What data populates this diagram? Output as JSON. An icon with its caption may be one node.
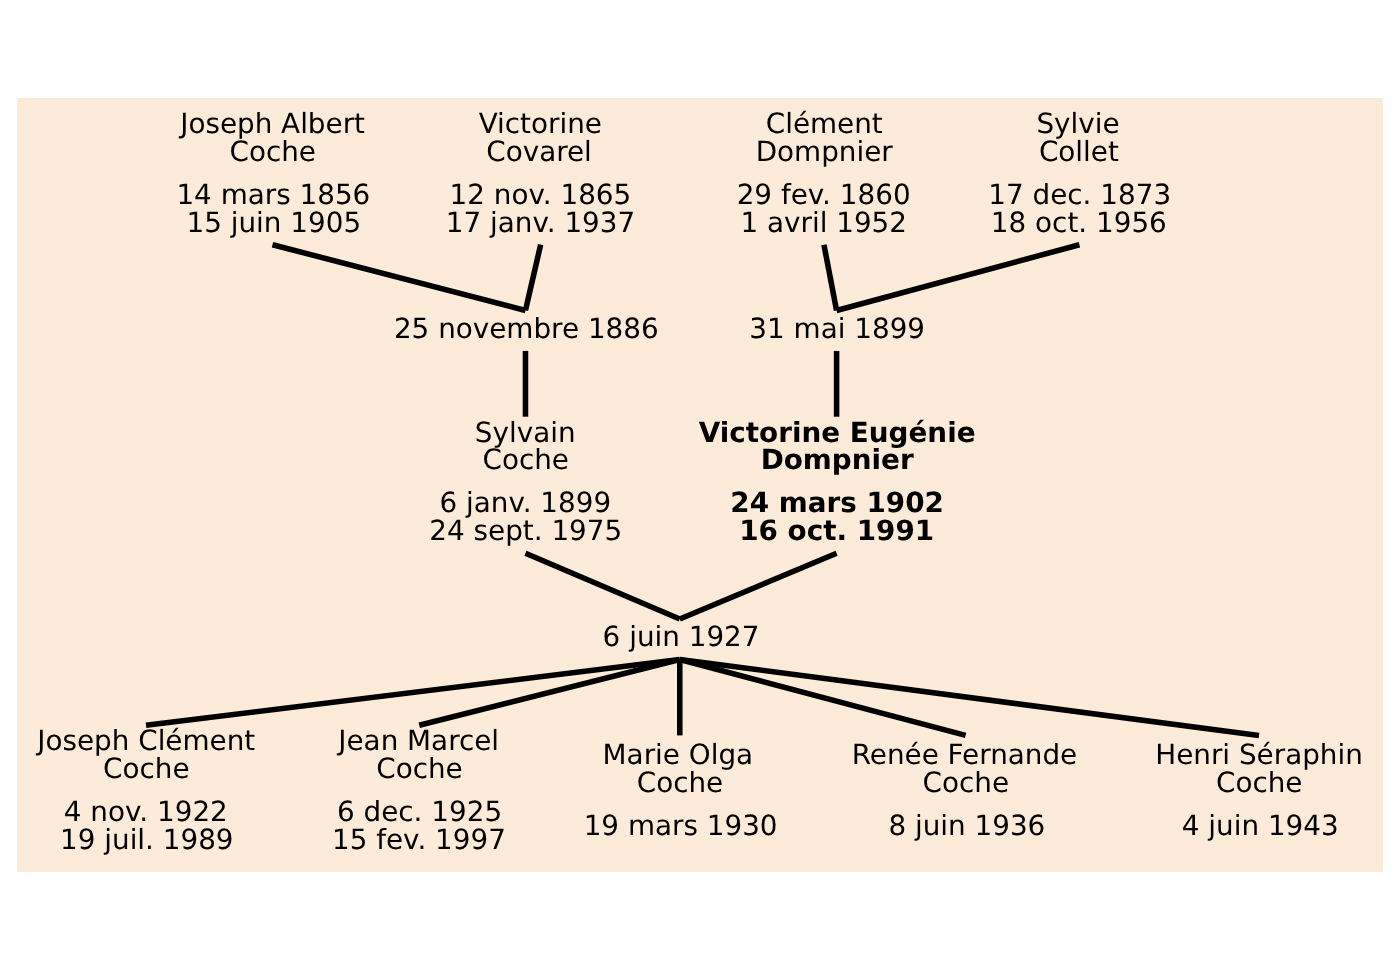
{
  "diagram": {
    "nodes": [
      {
        "text": [
          "Joseph Albert Coche",
          "14 mars 1856",
          "15 juin 1905"
        ]
      },
      {
        "text": [
          "Victorine Covarel",
          "12 nov. 1865",
          "17 janv. 1937"
        ]
      },
      {
        "text": [
          "Clément Dompnier",
          "29 fev. 1860",
          "1 avril 1952"
        ]
      },
      {
        "text": [
          "Sylvie Collet",
          "17 dec. 1873",
          "18 oct. 1956"
        ]
      },
      {
        "text": [
          "25 novembre 1886"
        ]
      },
      {
        "text": [
          "31 mai 1899"
        ]
      },
      {
        "text": [
          "Sylvain Coche",
          "6 janv. 1899",
          "24 sept. 1975"
        ]
      },
      {
        "text": [
          "Victorine Eugénie Dompnier",
          "24 mars 1902",
          "16 oct. 1991"
        ]
      },
      {
        "text": [
          "6 juin 1927"
        ]
      },
      {
        "text": [
          "Joseph Clément Coche",
          "4 nov. 1922",
          "19 juil. 1989"
        ]
      },
      {
        "text": [
          "Jean Marcel Coche",
          "6 dec. 1925",
          "15 fev. 1997"
        ]
      },
      {
        "text": [
          "Marie Olga Coche",
          "19 mars 1930"
        ]
      },
      {
        "text": [
          "Renée Fernande Coche",
          "8 juin 1936"
        ]
      },
      {
        "text": [
          "Henri Séraphin Coche",
          "4 juin 1943"
        ]
      }
    ],
    "edges": [
      {
        "from": 0,
        "to": 4,
        "arrow": "none"
      },
      {
        "from": 1,
        "to": 4,
        "arrow": "none"
      },
      {
        "from": 4,
        "to": 6,
        "arrow": "none"
      },
      {
        "from": 2,
        "to": 5,
        "arrow": "none"
      },
      {
        "from": 3,
        "to": 5,
        "arrow": "none"
      },
      {
        "from": 5,
        "to": 7,
        "arrow": "none"
      },
      {
        "from": 6,
        "to": 8,
        "arrow": "none"
      },
      {
        "from": 7,
        "to": 8,
        "arrow": "none"
      },
      {
        "from": 8,
        "to": 9,
        "arrow": "none"
      },
      {
        "from": 8,
        "to": 10,
        "arrow": "none"
      },
      {
        "from": 8,
        "to": 11,
        "arrow": "none"
      },
      {
        "from": 8,
        "to": 12,
        "arrow": "none"
      },
      {
        "from": 8,
        "to": 13,
        "arrow": "none"
      }
    ]
  }
}
